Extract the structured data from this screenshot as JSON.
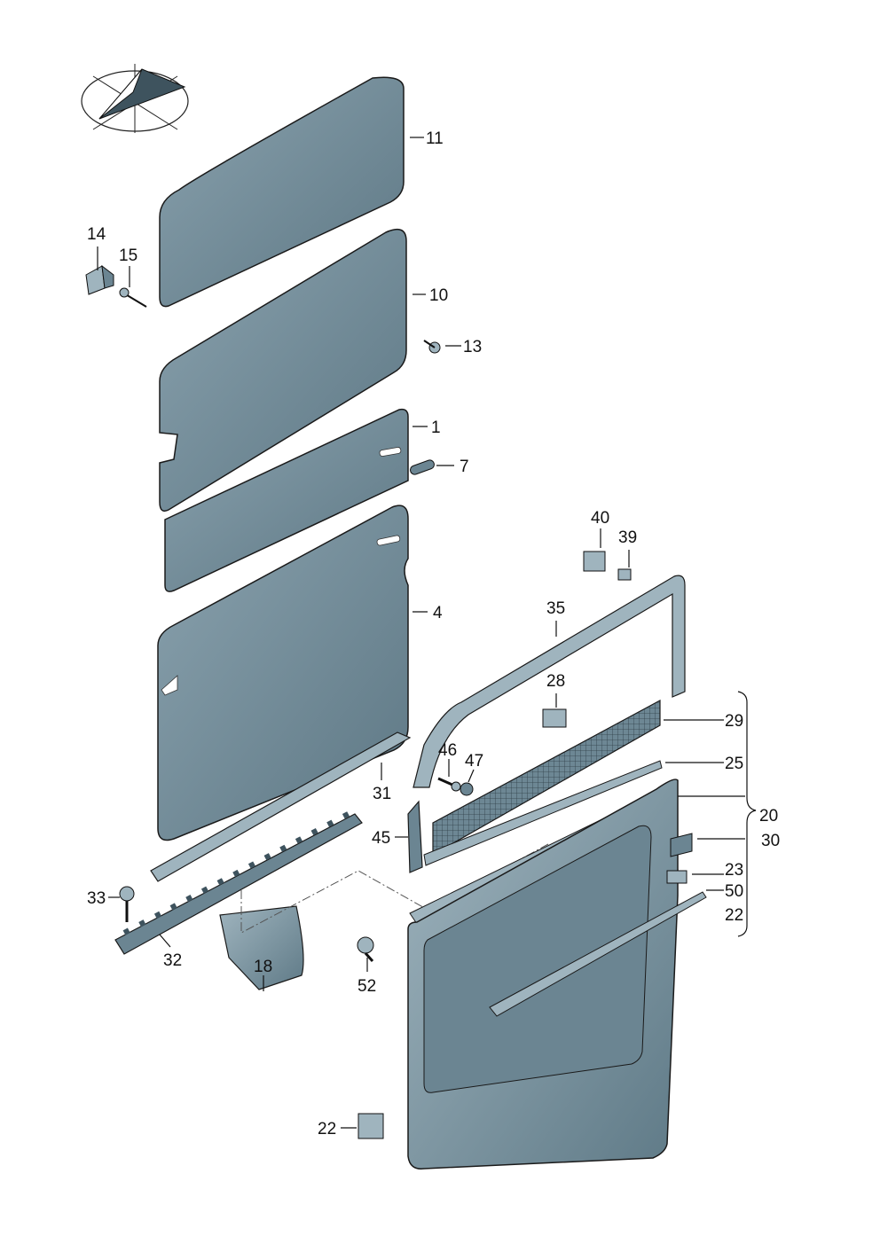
{
  "diagram": {
    "callouts": [
      {
        "id": "c11",
        "text": "11"
      },
      {
        "id": "c14",
        "text": "14"
      },
      {
        "id": "c15",
        "text": "15"
      },
      {
        "id": "c10",
        "text": "10"
      },
      {
        "id": "c13",
        "text": "13"
      },
      {
        "id": "c1",
        "text": "1"
      },
      {
        "id": "c7",
        "text": "7"
      },
      {
        "id": "c4",
        "text": "4"
      },
      {
        "id": "c40",
        "text": "40"
      },
      {
        "id": "c39",
        "text": "39"
      },
      {
        "id": "c35",
        "text": "35"
      },
      {
        "id": "c28",
        "text": "28"
      },
      {
        "id": "c29",
        "text": "29"
      },
      {
        "id": "c25",
        "text": "25"
      },
      {
        "id": "c20",
        "text": "20"
      },
      {
        "id": "c30",
        "text": "30"
      },
      {
        "id": "c23",
        "text": "23"
      },
      {
        "id": "c50",
        "text": "50"
      },
      {
        "id": "c22a",
        "text": "22"
      },
      {
        "id": "c46",
        "text": "46"
      },
      {
        "id": "c47",
        "text": "47"
      },
      {
        "id": "c31",
        "text": "31"
      },
      {
        "id": "c45",
        "text": "45"
      },
      {
        "id": "c33",
        "text": "33"
      },
      {
        "id": "c32",
        "text": "32"
      },
      {
        "id": "c18",
        "text": "18"
      },
      {
        "id": "c52",
        "text": "52"
      },
      {
        "id": "c22b",
        "text": "22"
      }
    ],
    "colors": {
      "panel_fill": "#6b8592",
      "panel_light": "#9fb4be",
      "panel_dark": "#3e535e",
      "outline": "#1a1a1a",
      "background": "#ffffff"
    }
  }
}
